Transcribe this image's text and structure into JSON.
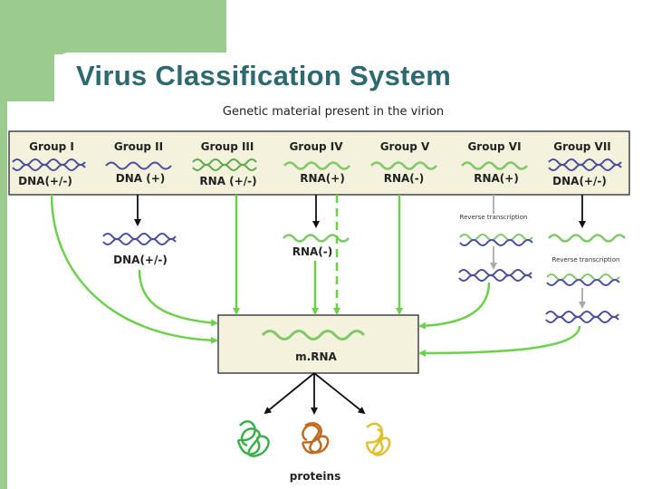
{
  "title": "Virus Classification System",
  "diagram": {
    "header": "Genetic material present in the virion",
    "groups": [
      {
        "name": "Group I",
        "material": "DNA(+/-)"
      },
      {
        "name": "Group II",
        "material": "DNA (+)"
      },
      {
        "name": "Group III",
        "material": "RNA (+/-)"
      },
      {
        "name": "Group IV",
        "material": "RNA(+)"
      },
      {
        "name": "Group V",
        "material": "RNA(-)"
      },
      {
        "name": "Group VI",
        "material": "RNA(+)"
      },
      {
        "name": "Group VII",
        "material": "DNA(+/-)"
      }
    ],
    "intermediates": {
      "group2": "DNA(+/-)",
      "group4": "RNA(-)",
      "reverse_transcription_6": "Reverse transcription",
      "reverse_transcription_7": "Reverse transcription"
    },
    "mrna_label": "m.RNA",
    "proteins_label": "proteins"
  },
  "colors": {
    "title": "#2c6a6f",
    "decoration": "#9ccb8f",
    "panel": "#f4f2dc",
    "arrow_green": "#6bd14a",
    "dna_blue": "#4a4e9c",
    "rna_green": "#7fc96a"
  }
}
